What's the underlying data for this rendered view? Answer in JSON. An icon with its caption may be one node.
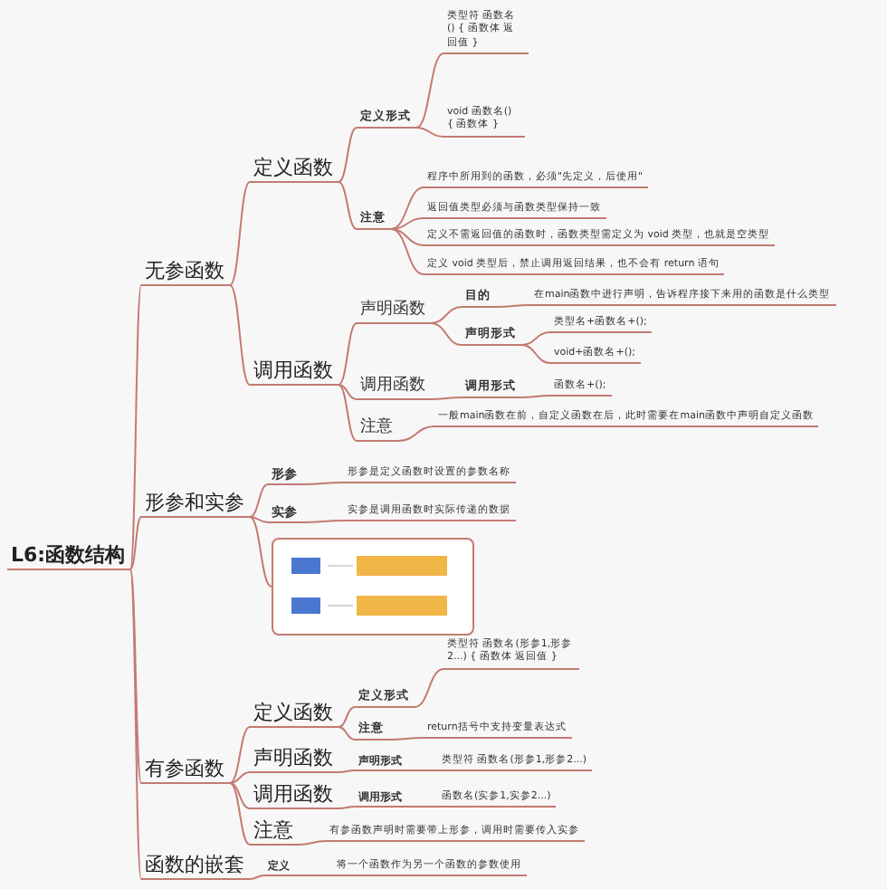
{
  "diagram": {
    "nodes": [
      {
        "text": [
          "L6:函数结构"
        ]
      },
      {
        "text": [
          "无参函数"
        ]
      },
      {
        "text": [
          "定义函数"
        ]
      },
      {
        "text": [
          "定义形式"
        ]
      },
      {
        "text": [
          "类型符 函数名() { 函数体 返回值 }"
        ]
      },
      {
        "text": [
          "void 函数名() { 函数体 }"
        ]
      },
      {
        "text": [
          "注意"
        ]
      },
      {
        "text": [
          "程序中所用到的函数，必须\"先定义，后使用\""
        ]
      },
      {
        "text": [
          "返回值类型必须与函数类型保持一致"
        ]
      },
      {
        "text": [
          "定义不需返回值的函数时，函数类型需定义为 void 类型，也就是空类型"
        ]
      },
      {
        "text": [
          "定义 void 类型后，禁止调用返回结果，也不会有 return 语句"
        ]
      },
      {
        "text": [
          "调用函数"
        ]
      },
      {
        "text": [
          "声明函数"
        ]
      },
      {
        "text": [
          "目的"
        ]
      },
      {
        "text": [
          "在main函数中进行声明，告诉程序接下来用的函数是什么类型"
        ]
      },
      {
        "text": [
          "声明形式"
        ]
      },
      {
        "text": [
          "类型名+函数名+();"
        ]
      },
      {
        "text": [
          "void+函数名+();"
        ]
      },
      {
        "text": [
          "调用函数"
        ]
      },
      {
        "text": [
          "调用形式"
        ]
      },
      {
        "text": [
          "函数名+();"
        ]
      },
      {
        "text": [
          "注意"
        ]
      },
      {
        "text": [
          "一般main函数在前，自定义函数在后，此时需要在main函数中声明自定义函数"
        ]
      },
      {
        "text": [
          "形参和实参"
        ]
      },
      {
        "text": [
          "形参"
        ]
      },
      {
        "text": [
          "形参是定义函数时设置的参数名称"
        ]
      },
      {
        "text": [
          "实参"
        ]
      },
      {
        "text": [
          "实参是调用函数时实际传递的数据"
        ]
      },
      {
        "text": [],
        "shape": "picture"
      },
      {
        "text": [
          "有参函数"
        ]
      },
      {
        "text": [
          "定义函数"
        ]
      },
      {
        "text": [
          "定义形式"
        ]
      },
      {
        "text": [
          "类型符 函数名(形参1,形参2...) { 函数体 返回值 }"
        ]
      },
      {
        "text": [
          "注意"
        ]
      },
      {
        "text": [
          "return括号中支持变量表达式"
        ]
      },
      {
        "text": [
          "声明函数"
        ]
      },
      {
        "text": [
          "声明形式"
        ]
      },
      {
        "text": [
          "类型符 函数名(形参1,形参2...)"
        ]
      },
      {
        "text": [
          "调用函数"
        ]
      },
      {
        "text": [
          "调用形式"
        ]
      },
      {
        "text": [
          "函数名(实参1,实参2...)"
        ]
      },
      {
        "text": [
          "注意"
        ]
      },
      {
        "text": [
          "有参函数声明时需要带上形参，调用时需要传入实参"
        ]
      },
      {
        "text": [
          "函数的嵌套"
        ]
      },
      {
        "text": [
          "定义"
        ]
      },
      {
        "text": [
          "将一个函数作为另一个函数的参数使用"
        ]
      }
    ],
    "edges": [
      {
        "from": 0,
        "to": 1,
        "arrow": "none"
      },
      {
        "from": 0,
        "to": 23,
        "arrow": "none"
      },
      {
        "from": 0,
        "to": 29,
        "arrow": "none"
      },
      {
        "from": 0,
        "to": 43,
        "arrow": "none"
      },
      {
        "from": 1,
        "to": 2,
        "arrow": "none"
      },
      {
        "from": 1,
        "to": 11,
        "arrow": "none"
      },
      {
        "from": 2,
        "to": 3,
        "arrow": "none"
      },
      {
        "from": 2,
        "to": 6,
        "arrow": "none"
      },
      {
        "from": 3,
        "to": 4,
        "arrow": "none"
      },
      {
        "from": 3,
        "to": 5,
        "arrow": "none"
      },
      {
        "from": 6,
        "to": 7,
        "arrow": "none"
      },
      {
        "from": 6,
        "to": 8,
        "arrow": "none"
      },
      {
        "from": 6,
        "to": 9,
        "arrow": "none"
      },
      {
        "from": 6,
        "to": 10,
        "arrow": "none"
      },
      {
        "from": 11,
        "to": 12,
        "arrow": "none"
      },
      {
        "from": 11,
        "to": 18,
        "arrow": "none"
      },
      {
        "from": 11,
        "to": 21,
        "arrow": "none"
      },
      {
        "from": 12,
        "to": 13,
        "arrow": "none"
      },
      {
        "from": 12,
        "to": 15,
        "arrow": "none"
      },
      {
        "from": 13,
        "to": 14,
        "arrow": "none"
      },
      {
        "from": 15,
        "to": 16,
        "arrow": "none"
      },
      {
        "from": 15,
        "to": 17,
        "arrow": "none"
      },
      {
        "from": 18,
        "to": 19,
        "arrow": "none"
      },
      {
        "from": 19,
        "to": 20,
        "arrow": "none"
      },
      {
        "from": 21,
        "to": 22,
        "arrow": "none"
      },
      {
        "from": 23,
        "to": 24,
        "arrow": "none"
      },
      {
        "from": 23,
        "to": 26,
        "arrow": "none"
      },
      {
        "from": 23,
        "to": 28,
        "arrow": "none"
      },
      {
        "from": 24,
        "to": 25,
        "arrow": "none"
      },
      {
        "from": 26,
        "to": 27,
        "arrow": "none"
      },
      {
        "from": 29,
        "to": 30,
        "arrow": "none"
      },
      {
        "from": 29,
        "to": 35,
        "arrow": "none"
      },
      {
        "from": 29,
        "to": 38,
        "arrow": "none"
      },
      {
        "from": 29,
        "to": 41,
        "arrow": "none"
      },
      {
        "from": 30,
        "to": 31,
        "arrow": "none"
      },
      {
        "from": 30,
        "to": 33,
        "arrow": "none"
      },
      {
        "from": 31,
        "to": 32,
        "arrow": "none"
      },
      {
        "from": 33,
        "to": 34,
        "arrow": "none"
      },
      {
        "from": 35,
        "to": 36,
        "arrow": "none"
      },
      {
        "from": 36,
        "to": 37,
        "arrow": "none"
      },
      {
        "from": 38,
        "to": 39,
        "arrow": "none"
      },
      {
        "from": 39,
        "to": 40,
        "arrow": "none"
      },
      {
        "from": 41,
        "to": 42,
        "arrow": "none"
      },
      {
        "from": 43,
        "to": 44,
        "arrow": "none"
      },
      {
        "from": 44,
        "to": 45,
        "arrow": "none"
      }
    ]
  }
}
